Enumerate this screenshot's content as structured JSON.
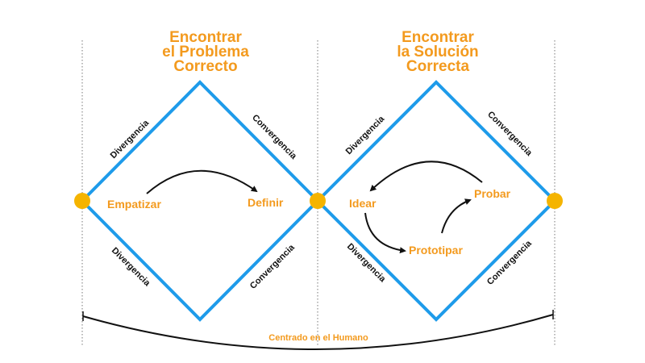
{
  "left_phase": {
    "title": [
      "Encontrar",
      "el Problema",
      "Correcto"
    ],
    "stages": [
      "Empatizar",
      "Definir"
    ]
  },
  "right_phase": {
    "title": [
      "Encontrar",
      "la Solución",
      "Correcta"
    ],
    "stages": [
      "Idear",
      "Prototipar",
      "Probar"
    ]
  },
  "side_labels": {
    "divergence": "Divergencia",
    "convergence": "Convergencia"
  },
  "footer": "Centrado en el Humano",
  "colors": {
    "diamond": "#1E9BEA",
    "node": "#F5B400",
    "text_accent": "#F39A1E"
  }
}
